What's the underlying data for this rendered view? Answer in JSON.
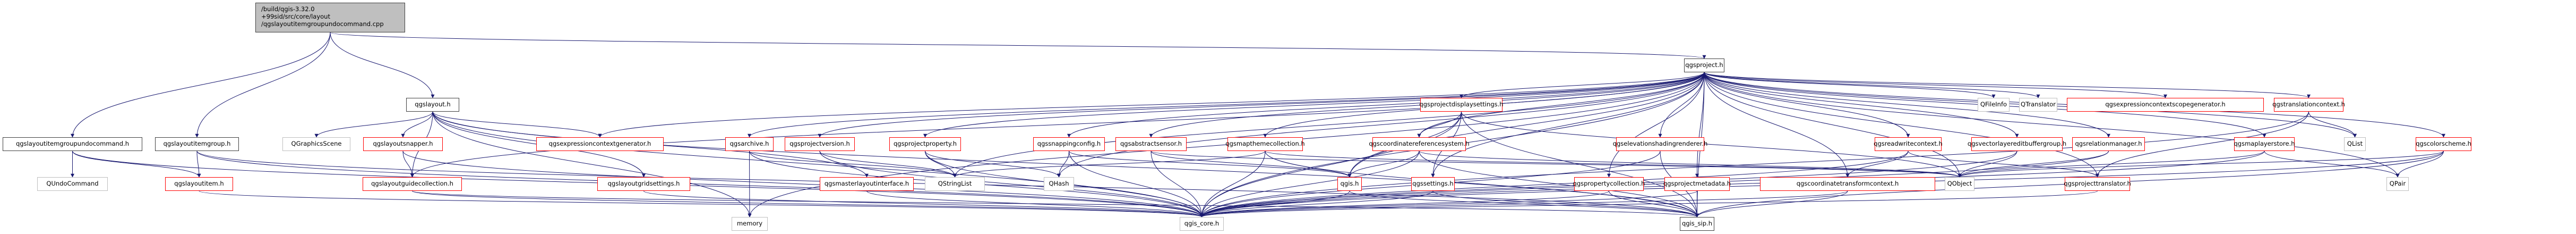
{
  "graph": {
    "title": "Include dependency graph",
    "root": {
      "id": "root",
      "lines": [
        "/build/qgis-3.32.0",
        "+99sid/src/core/layout",
        "/qgslayoutitemgroupundocommand.cpp"
      ]
    },
    "nodes": [
      {
        "id": "undocmd_h",
        "label": "qgslayoutitemgroupundocommand.h",
        "kind": "normal"
      },
      {
        "id": "itemgroup_h",
        "label": "qgslayoutitemgroup.h",
        "kind": "normal"
      },
      {
        "id": "layout_h",
        "label": "qgslayout.h",
        "kind": "normal"
      },
      {
        "id": "project_h",
        "label": "qgsproject.h",
        "kind": "normal"
      },
      {
        "id": "QUndoCommand",
        "label": "QUndoCommand",
        "kind": "ext"
      },
      {
        "id": "layoutitem_h",
        "label": "qgslayoutitem.h",
        "kind": "red"
      },
      {
        "id": "QGraphicsScene",
        "label": "QGraphicsScene",
        "kind": "ext"
      },
      {
        "id": "snapper_h",
        "label": "qgslayoutsnapper.h",
        "kind": "red"
      },
      {
        "id": "guidecoll_h",
        "label": "qgslayoutguidecollection.h",
        "kind": "red"
      },
      {
        "id": "exprctxgen_h",
        "label": "qgsexpressioncontextgenerator.h",
        "kind": "red"
      },
      {
        "id": "gridsettings_h",
        "label": "qgslayoutgridsettings.h",
        "kind": "red"
      },
      {
        "id": "archive_h",
        "label": "qgsarchive.h",
        "kind": "red"
      },
      {
        "id": "projversion_h",
        "label": "qgsprojectversion.h",
        "kind": "red"
      },
      {
        "id": "projproperty_h",
        "label": "qgsprojectproperty.h",
        "kind": "red"
      },
      {
        "id": "masterlayout_h",
        "label": "qgsmasterlayoutinterface.h",
        "kind": "red"
      },
      {
        "id": "QStringList",
        "label": "QStringList",
        "kind": "ext"
      },
      {
        "id": "memory",
        "label": "memory",
        "kind": "ext"
      },
      {
        "id": "snapping_h",
        "label": "qgssnappingconfig.h",
        "kind": "red"
      },
      {
        "id": "sensor_h",
        "label": "qgsabstractsensor.h",
        "kind": "red"
      },
      {
        "id": "maptheme_h",
        "label": "qgsmapthemecollection.h",
        "kind": "red"
      },
      {
        "id": "QHash",
        "label": "QHash",
        "kind": "ext"
      },
      {
        "id": "qgis_core_h",
        "label": "qgis_core.h",
        "kind": "ext"
      },
      {
        "id": "displaysettings_h",
        "label": "qgsprojectdisplaysettings.h",
        "kind": "red"
      },
      {
        "id": "crs_h",
        "label": "qgscoordinatereferencesystem.h",
        "kind": "red"
      },
      {
        "id": "qgis_h",
        "label": "qgis.h",
        "kind": "red"
      },
      {
        "id": "settings_h",
        "label": "qgssettings.h",
        "kind": "red"
      },
      {
        "id": "elevation_h",
        "label": "qgselevationshadingrenderer.h",
        "kind": "red"
      },
      {
        "id": "propcoll_h",
        "label": "qgspropertycollection.h",
        "kind": "red"
      },
      {
        "id": "projmeta_h",
        "label": "qgsprojectmetadata.h",
        "kind": "red"
      },
      {
        "id": "qgis_sip_h",
        "label": "qgis_sip.h",
        "kind": "normal"
      },
      {
        "id": "rwcontext_h",
        "label": "qgsreadwritecontext.h",
        "kind": "red"
      },
      {
        "id": "ctctx_h",
        "label": "qgscoordinatetransformcontext.h",
        "kind": "red"
      },
      {
        "id": "QObject",
        "label": "QObject",
        "kind": "ext"
      },
      {
        "id": "QFileInfo",
        "label": "QFileInfo",
        "kind": "ext"
      },
      {
        "id": "QTranslator",
        "label": "QTranslator",
        "kind": "ext"
      },
      {
        "id": "exprscopegen_h",
        "label": "qgsexpressioncontextscopegenerator.h",
        "kind": "red"
      },
      {
        "id": "editbuffer_h",
        "label": "qgsvectorlayereditbuffergroup.h",
        "kind": "red"
      },
      {
        "id": "relmgr_h",
        "label": "qgsrelationmanager.h",
        "kind": "red"
      },
      {
        "id": "projtranslator_h",
        "label": "qgsprojecttranslator.h",
        "kind": "red"
      },
      {
        "id": "transctx_h",
        "label": "qgstranslationcontext.h",
        "kind": "red"
      },
      {
        "id": "layerstore_h",
        "label": "qgsmaplayerstore.h",
        "kind": "red"
      },
      {
        "id": "QList",
        "label": "QList",
        "kind": "ext"
      },
      {
        "id": "colorscheme_h",
        "label": "qgscolorscheme.h",
        "kind": "red"
      },
      {
        "id": "QPair",
        "label": "QPair",
        "kind": "ext"
      }
    ],
    "edges": [
      [
        "root",
        "undocmd_h"
      ],
      [
        "root",
        "itemgroup_h"
      ],
      [
        "root",
        "layout_h"
      ],
      [
        "root",
        "project_h"
      ],
      [
        "undocmd_h",
        "QUndoCommand"
      ],
      [
        "undocmd_h",
        "layoutitem_h"
      ],
      [
        "undocmd_h",
        "qgis_core_h"
      ],
      [
        "itemgroup_h",
        "layoutitem_h"
      ],
      [
        "itemgroup_h",
        "qgis_core_h"
      ],
      [
        "itemgroup_h",
        "qgis_sip_h"
      ],
      [
        "layoutitem_h",
        "qgis_core_h"
      ],
      [
        "layout_h",
        "QGraphicsScene"
      ],
      [
        "layout_h",
        "snapper_h"
      ],
      [
        "layout_h",
        "guidecoll_h"
      ],
      [
        "layout_h",
        "exprctxgen_h"
      ],
      [
        "layout_h",
        "gridsettings_h"
      ],
      [
        "layout_h",
        "masterlayout_h"
      ],
      [
        "layout_h",
        "qgis_core_h"
      ],
      [
        "layout_h",
        "memory"
      ],
      [
        "layout_h",
        "qgis_sip_h"
      ],
      [
        "snapper_h",
        "guidecoll_h"
      ],
      [
        "snapper_h",
        "qgis_core_h"
      ],
      [
        "guidecoll_h",
        "qgis_core_h"
      ],
      [
        "guidecoll_h",
        "qgis_sip_h"
      ],
      [
        "gridsettings_h",
        "qgis_core_h"
      ],
      [
        "project_h",
        "exprctxgen_h"
      ],
      [
        "project_h",
        "guidecoll_h"
      ],
      [
        "project_h",
        "archive_h"
      ],
      [
        "project_h",
        "projversion_h"
      ],
      [
        "project_h",
        "projproperty_h"
      ],
      [
        "project_h",
        "QStringList"
      ],
      [
        "project_h",
        "memory"
      ],
      [
        "project_h",
        "snapping_h"
      ],
      [
        "project_h",
        "sensor_h"
      ],
      [
        "project_h",
        "maptheme_h"
      ],
      [
        "project_h",
        "QHash"
      ],
      [
        "project_h",
        "qgis_core_h"
      ],
      [
        "project_h",
        "displaysettings_h"
      ],
      [
        "project_h",
        "crs_h"
      ],
      [
        "project_h",
        "qgis_h"
      ],
      [
        "project_h",
        "settings_h"
      ],
      [
        "project_h",
        "elevation_h"
      ],
      [
        "project_h",
        "propcoll_h"
      ],
      [
        "project_h",
        "projmeta_h"
      ],
      [
        "project_h",
        "qgis_sip_h"
      ],
      [
        "project_h",
        "rwcontext_h"
      ],
      [
        "project_h",
        "ctctx_h"
      ],
      [
        "project_h",
        "QObject"
      ],
      [
        "project_h",
        "QFileInfo"
      ],
      [
        "project_h",
        "QTranslator"
      ],
      [
        "project_h",
        "exprscopegen_h"
      ],
      [
        "project_h",
        "editbuffer_h"
      ],
      [
        "project_h",
        "relmgr_h"
      ],
      [
        "project_h",
        "projtranslator_h"
      ],
      [
        "project_h",
        "transctx_h"
      ],
      [
        "project_h",
        "layerstore_h"
      ],
      [
        "project_h",
        "QList"
      ],
      [
        "project_h",
        "colorscheme_h"
      ],
      [
        "project_h",
        "QPair"
      ],
      [
        "archive_h",
        "memory"
      ],
      [
        "archive_h",
        "QStringList"
      ],
      [
        "archive_h",
        "qgis_core_h"
      ],
      [
        "projversion_h",
        "QStringList"
      ],
      [
        "projversion_h",
        "qgis_core_h"
      ],
      [
        "projproperty_h",
        "QStringList"
      ],
      [
        "projproperty_h",
        "QHash"
      ],
      [
        "projproperty_h",
        "qgis_core_h"
      ],
      [
        "masterlayout_h",
        "qgis_core_h"
      ],
      [
        "snapping_h",
        "QHash"
      ],
      [
        "snapping_h",
        "qgis_core_h"
      ],
      [
        "snapping_h",
        "qgis_h"
      ],
      [
        "sensor_h",
        "qgis_core_h"
      ],
      [
        "sensor_h",
        "qgis_h"
      ],
      [
        "sensor_h",
        "QObject"
      ],
      [
        "maptheme_h",
        "qgis_core_h"
      ],
      [
        "maptheme_h",
        "QStringList"
      ],
      [
        "maptheme_h",
        "qgis_sip_h"
      ],
      [
        "maptheme_h",
        "QObject"
      ],
      [
        "displaysettings_h",
        "crs_h"
      ],
      [
        "displaysettings_h",
        "qgis_h"
      ],
      [
        "displaysettings_h",
        "settings_h"
      ],
      [
        "displaysettings_h",
        "qgis_core_h"
      ],
      [
        "displaysettings_h",
        "qgis_sip_h"
      ],
      [
        "displaysettings_h",
        "QObject"
      ],
      [
        "crs_h",
        "qgis_h"
      ],
      [
        "crs_h",
        "qgis_core_h"
      ],
      [
        "crs_h",
        "qgis_sip_h"
      ],
      [
        "crs_h",
        "QObject"
      ],
      [
        "qgis_h",
        "qgis_core_h"
      ],
      [
        "qgis_h",
        "qgis_sip_h"
      ],
      [
        "settings_h",
        "qgis_core_h"
      ],
      [
        "settings_h",
        "qgis_sip_h"
      ],
      [
        "elevation_h",
        "qgis_core_h"
      ],
      [
        "elevation_h",
        "qgis_sip_h"
      ],
      [
        "propcoll_h",
        "qgis_core_h"
      ],
      [
        "propcoll_h",
        "qgis_sip_h"
      ],
      [
        "projmeta_h",
        "qgis_sip_h"
      ],
      [
        "projmeta_h",
        "qgis_core_h"
      ],
      [
        "rwcontext_h",
        "ctctx_h"
      ],
      [
        "rwcontext_h",
        "qgis_core_h"
      ],
      [
        "rwcontext_h",
        "projtranslator_h"
      ],
      [
        "ctctx_h",
        "qgis_core_h"
      ],
      [
        "ctctx_h",
        "qgis_sip_h"
      ],
      [
        "editbuffer_h",
        "QObject"
      ],
      [
        "editbuffer_h",
        "qgis_core_h"
      ],
      [
        "relmgr_h",
        "QObject"
      ],
      [
        "relmgr_h",
        "qgis_core_h"
      ],
      [
        "projtranslator_h",
        "qgis_core_h"
      ],
      [
        "transctx_h",
        "QList"
      ],
      [
        "transctx_h",
        "qgis_core_h"
      ],
      [
        "transctx_h",
        "projtranslator_h"
      ],
      [
        "layerstore_h",
        "QObject"
      ],
      [
        "layerstore_h",
        "qgis_core_h"
      ],
      [
        "layerstore_h",
        "QPair"
      ],
      [
        "colorscheme_h",
        "QPair"
      ],
      [
        "colorscheme_h",
        "qgis_core_h"
      ],
      [
        "colorscheme_h",
        "qgis_sip_h"
      ],
      [
        "colorscheme_h",
        "QObject"
      ]
    ],
    "colors": {
      "edge": "#191970",
      "root_fill": "#bfbfbf",
      "normal_border": "#404040",
      "incomplete_border": "#ff0000",
      "external_border": "#bfbfbf"
    }
  }
}
